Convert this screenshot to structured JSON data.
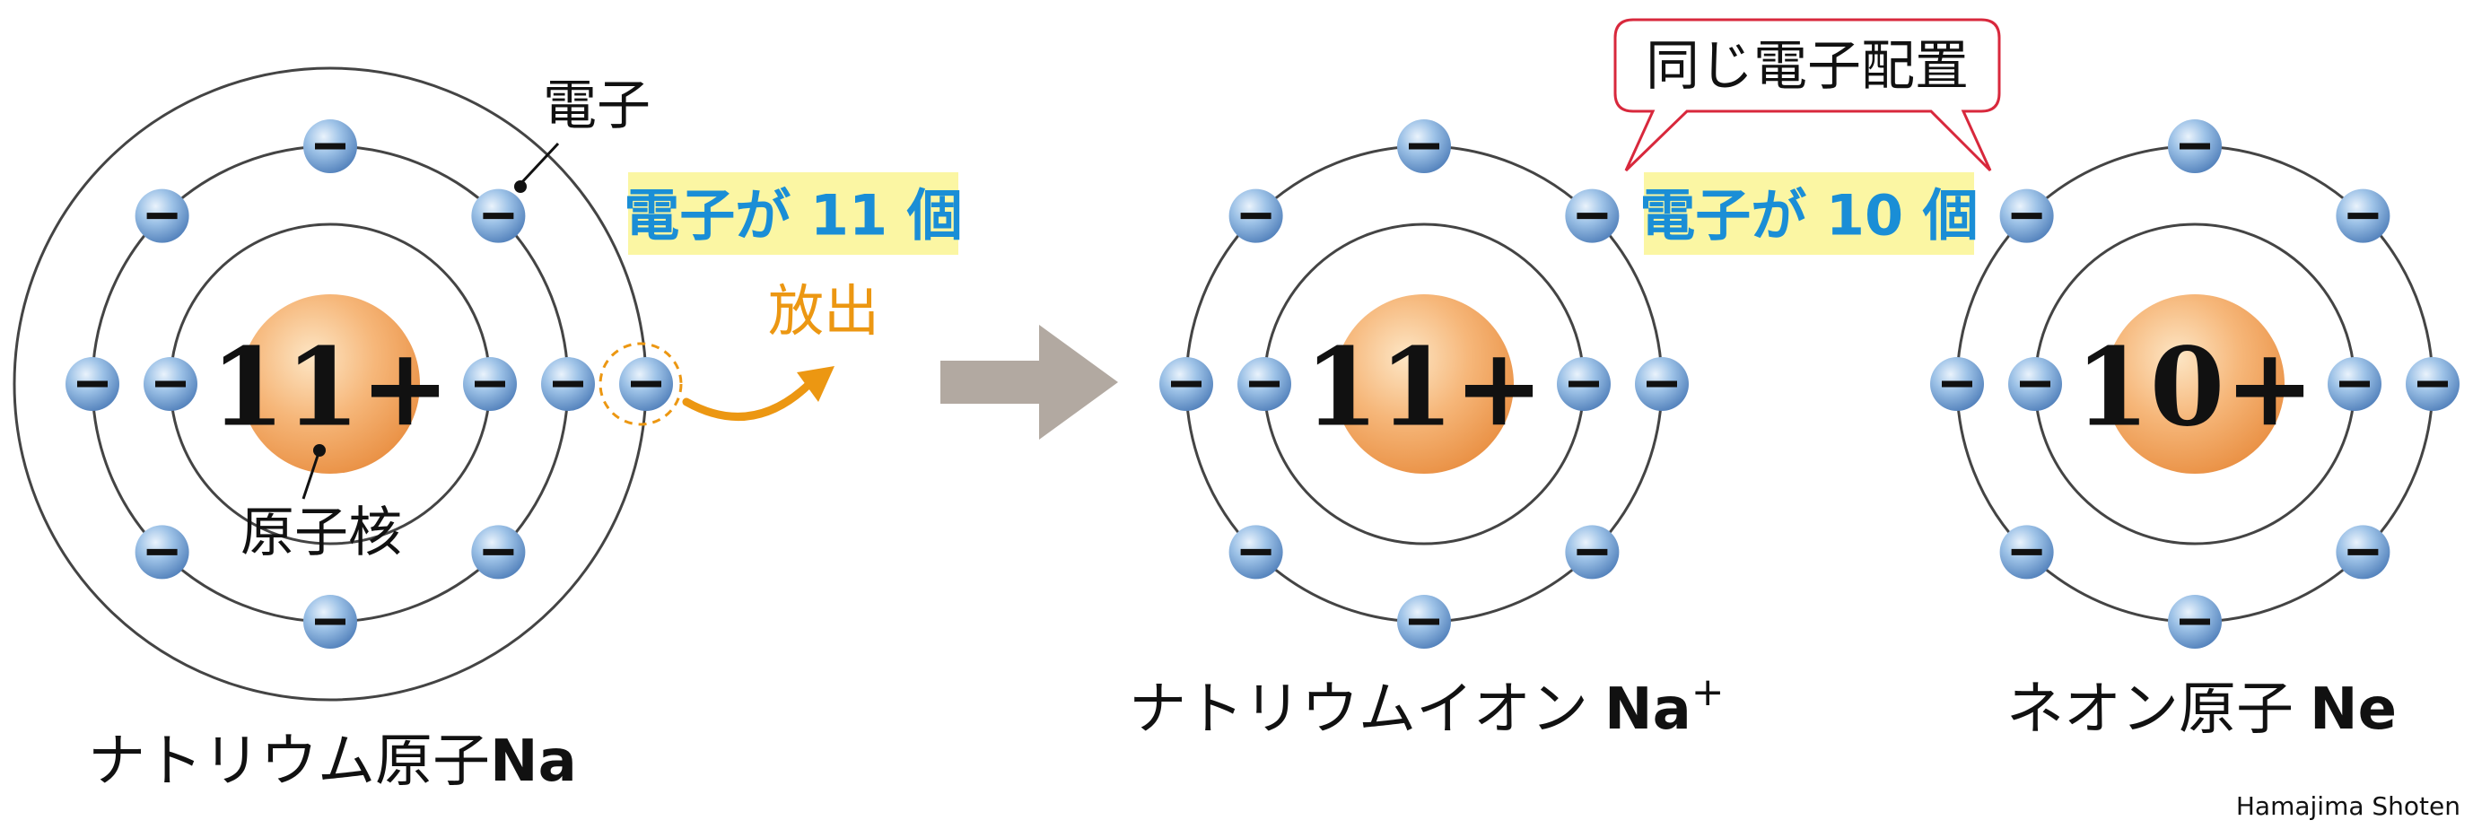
{
  "colors": {
    "accent_blue": "#1a8ed6",
    "accent_orange": "#ec9712",
    "highlight_yellow": "#fbf6a3",
    "callout_red": "#d8283c",
    "arrow_gray": "#b2a9a1"
  },
  "labels": {
    "electron": "電子",
    "nucleus": "原子核",
    "emission": "放出",
    "same_config": "同じ電子配置",
    "watermark": "Hamajima Shoten"
  },
  "atoms": [
    {
      "id": "na-atom",
      "nucleus_label": "11+",
      "electron_count_label": "電子が 11 個",
      "caption": "ナトリウム原子",
      "symbol": "Na",
      "charge": ""
    },
    {
      "id": "na-ion",
      "nucleus_label": "11+",
      "electron_count_label": "",
      "caption": "ナトリウムイオン",
      "symbol": "Na",
      "charge": "+"
    },
    {
      "id": "ne-atom",
      "nucleus_label": "10+",
      "electron_count_label": "電子が 10 個",
      "caption": "ネオン原子",
      "symbol": "Ne",
      "charge": ""
    }
  ]
}
